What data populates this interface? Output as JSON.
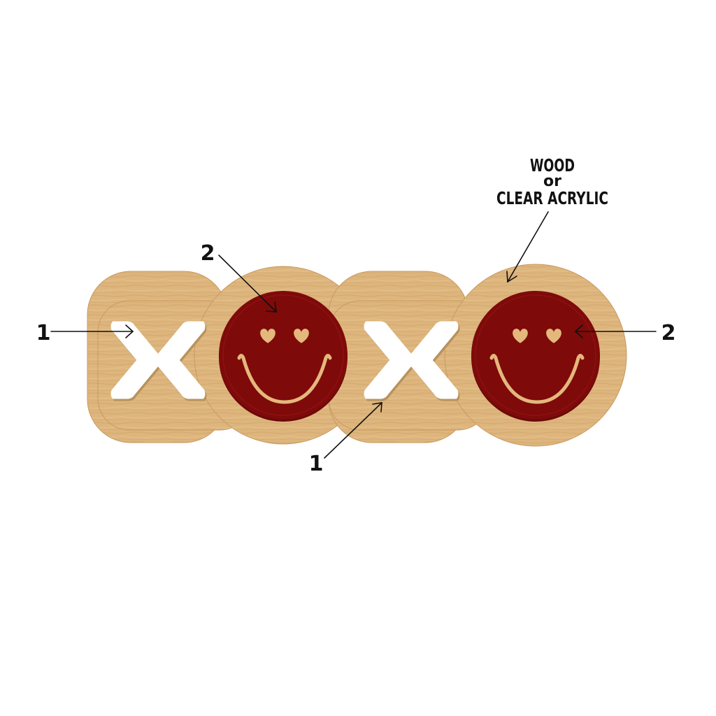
{
  "colors": {
    "wood_light": "#ddb57d",
    "wood_dark": "#c99a5f",
    "felt_red": "#7e0a0a",
    "face_lines": "#e4b87c",
    "cutout": "#ffffff",
    "ink": "#111111"
  },
  "material_label": {
    "line1": "WOOD",
    "line2": "or",
    "line3": "CLEAR ACRYLIC"
  },
  "callouts": [
    {
      "id": "x-left",
      "number": "1"
    },
    {
      "id": "o-left",
      "number": "2"
    },
    {
      "id": "x-right",
      "number": "1"
    },
    {
      "id": "o-right",
      "number": "2"
    }
  ],
  "icons": [
    "x-cutout-icon",
    "smiley-face-icon",
    "heart-eye-icon",
    "arrow-icon"
  ]
}
